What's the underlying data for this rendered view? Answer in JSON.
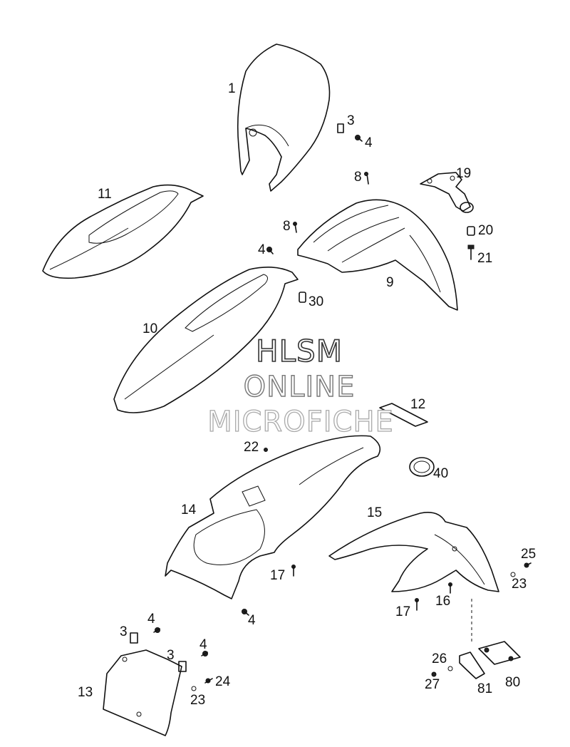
{
  "watermark": {
    "line1": "HLSM",
    "line2": "ONLINE",
    "line3": "MICROFICHE"
  },
  "callouts": {
    "p1": "1",
    "p3a": "3",
    "p4a": "4",
    "p8a": "8",
    "p19": "19",
    "p11": "11",
    "p8b": "8",
    "p20": "20",
    "p4b": "4",
    "p21": "21",
    "p9": "9",
    "p30": "30",
    "p10": "10",
    "p12": "12",
    "p22": "22",
    "p40": "40",
    "p14": "14",
    "p15": "15",
    "p25": "25",
    "p17a": "17",
    "p23a": "23",
    "p16": "16",
    "p17b": "17",
    "p4c": "4",
    "p4d": "4",
    "p3b": "3",
    "p4e": "4",
    "p3c": "3",
    "p26": "26",
    "p24": "24",
    "p13": "13",
    "p23b": "23",
    "p27": "27",
    "p81": "81",
    "p80": "80"
  }
}
